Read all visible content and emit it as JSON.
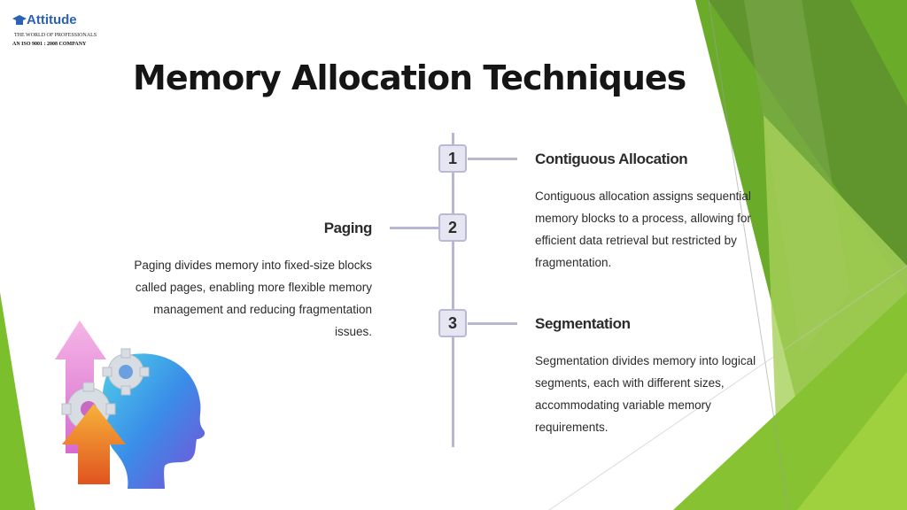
{
  "logo": {
    "brand": "Attitude",
    "tagline": "THE WORLD OF PROFESSIONALS",
    "certification": "AN ISO 9001 : 2008 COMPANY"
  },
  "title": "Memory Allocation Techniques",
  "items": [
    {
      "number": "1",
      "heading": "Contiguous Allocation",
      "description": "Contiguous allocation assigns sequential memory blocks to a process, allowing for efficient data retrieval but restricted by fragmentation."
    },
    {
      "number": "2",
      "heading": "Paging",
      "description": "Paging divides memory into fixed-size blocks called pages, enabling more flexible memory management and reducing fragmentation issues."
    },
    {
      "number": "3",
      "heading": "Segmentation",
      "description": "Segmentation divides memory into logical segments, each with different sizes, accommodating variable memory requirements."
    }
  ],
  "colors": {
    "accent_green": "#7cbf2d",
    "timeline": "#b7b7d2",
    "logo_blue": "#2a62b5"
  }
}
